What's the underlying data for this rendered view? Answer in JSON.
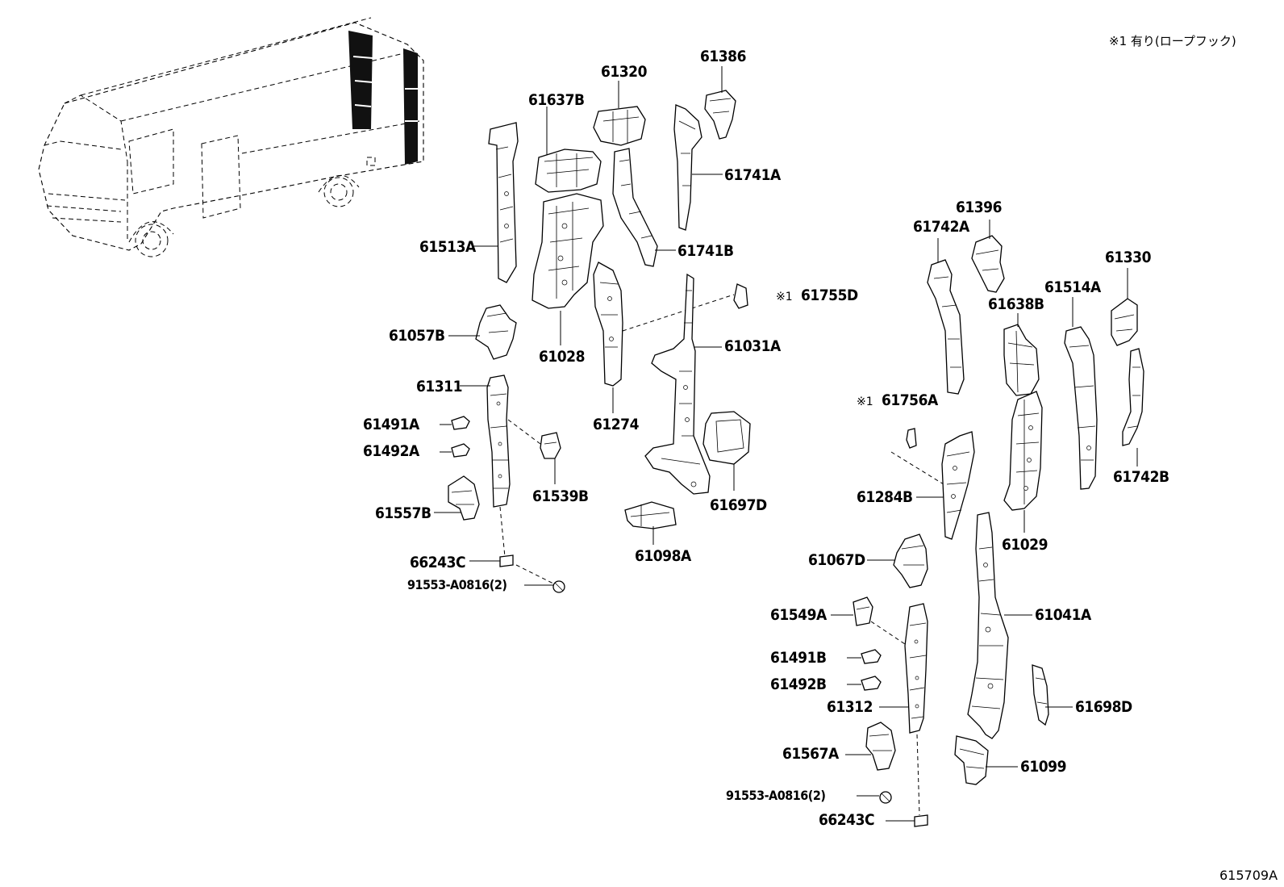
{
  "note": "※1 有り(ロープフック)",
  "diagram_id": "615709A",
  "callout_mark": "※1",
  "labels": {
    "p61320": "61320",
    "p61386": "61386",
    "p61637B": "61637B",
    "p61741A": "61741A",
    "p61741B": "61741B",
    "p61513A": "61513A",
    "p61755D": "61755D",
    "p61057B": "61057B",
    "p61028": "61028",
    "p61031A": "61031A",
    "p61311": "61311",
    "p61274": "61274",
    "p61491A": "61491A",
    "p61492A": "61492A",
    "p61539B": "61539B",
    "p61557B": "61557B",
    "p61697D": "61697D",
    "p61098A": "61098A",
    "p66243C_l": "66243C",
    "p91553_l": "91553-A0816(2)",
    "p61396": "61396",
    "p61742A": "61742A",
    "p61330": "61330",
    "p61514A": "61514A",
    "p61638B": "61638B",
    "p61756A": "61756A",
    "p61742B": "61742B",
    "p61284B": "61284B",
    "p61029": "61029",
    "p61067D": "61067D",
    "p61041A": "61041A",
    "p61549A": "61549A",
    "p61491B": "61491B",
    "p61492B": "61492B",
    "p61312": "61312",
    "p61698D": "61698D",
    "p61567A": "61567A",
    "p61099": "61099",
    "p91553_r": "91553-A0816(2)",
    "p66243C_r": "66243C"
  }
}
